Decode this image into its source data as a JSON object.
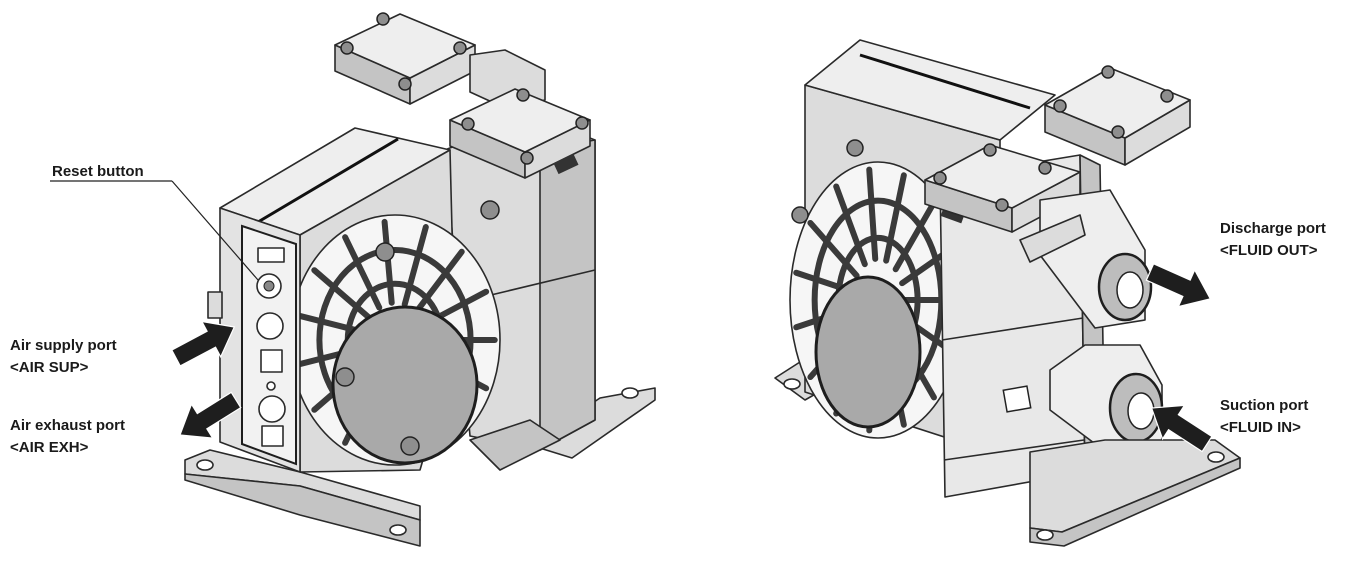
{
  "labels": {
    "reset_button": "Reset button",
    "air_supply_port": "Air supply port",
    "air_supply_tag": "<AIR SUP>",
    "air_exhaust_port": "Air exhaust port",
    "air_exhaust_tag": "<AIR EXH>",
    "discharge_port": "Discharge port",
    "discharge_tag": "<FLUID OUT>",
    "suction_port": "Suction port",
    "suction_tag": "<FLUID IN>"
  },
  "colors": {
    "body": "#e6e6e6",
    "shadow": "#c4c4c4",
    "diaphragm_disc": "#a9a9a9",
    "arrow": "#1e1e1e",
    "text": "#1a1a1a"
  },
  "icons": [
    "flow-arrow-icon",
    "bolt-icon"
  ]
}
